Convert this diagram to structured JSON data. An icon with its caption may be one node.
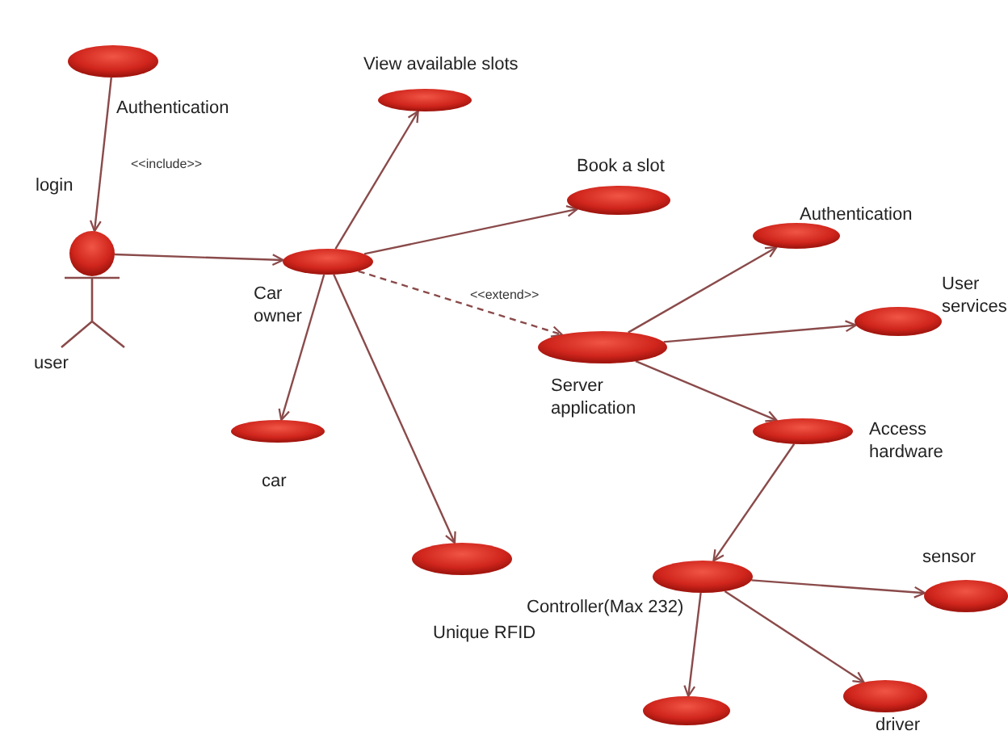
{
  "diagram": {
    "nodes": [
      {
        "text": [
          "Authentication"
        ]
      },
      {
        "text": [
          "user"
        ]
      },
      {
        "text": [
          "Car owner"
        ]
      },
      {
        "text": [
          "View available slots"
        ]
      },
      {
        "text": [
          "Book a slot"
        ]
      },
      {
        "text": [
          "car"
        ]
      },
      {
        "text": [
          "Unique  RFID"
        ]
      },
      {
        "text": [
          "Server application"
        ]
      },
      {
        "text": [
          "Authentication"
        ]
      },
      {
        "text": [
          "User services"
        ]
      },
      {
        "text": [
          "Access hardware"
        ]
      },
      {
        "text": [
          "Controller(Max 232)"
        ]
      },
      {
        "text": [
          "sensor"
        ]
      },
      {
        "text": [],
        "shape": "circle"
      },
      {
        "text": [
          "driver"
        ]
      }
    ],
    "edges": [
      {
        "from": 0,
        "to": 1,
        "arrow": "to",
        "label": "<<include>>"
      },
      {
        "from": 1,
        "to": 2,
        "arrow": "to"
      },
      {
        "from": 2,
        "to": 3,
        "arrow": "to"
      },
      {
        "from": 2,
        "to": 4,
        "arrow": "to"
      },
      {
        "from": 2,
        "to": 7,
        "arrow": "to",
        "label": "<<extend>>",
        "style": "dashed"
      },
      {
        "from": 2,
        "to": 5,
        "arrow": "to"
      },
      {
        "from": 2,
        "to": 6,
        "arrow": "to"
      },
      {
        "from": 7,
        "to": 8,
        "arrow": "to"
      },
      {
        "from": 7,
        "to": 9,
        "arrow": "to"
      },
      {
        "from": 7,
        "to": 10,
        "arrow": "to"
      },
      {
        "from": 10,
        "to": 11,
        "arrow": "to"
      },
      {
        "from": 11,
        "to": 12,
        "arrow": "to"
      },
      {
        "from": 11,
        "to": 13,
        "arrow": "to"
      },
      {
        "from": 11,
        "to": 14,
        "arrow": "to"
      }
    ],
    "labels": [
      "login"
    ]
  }
}
